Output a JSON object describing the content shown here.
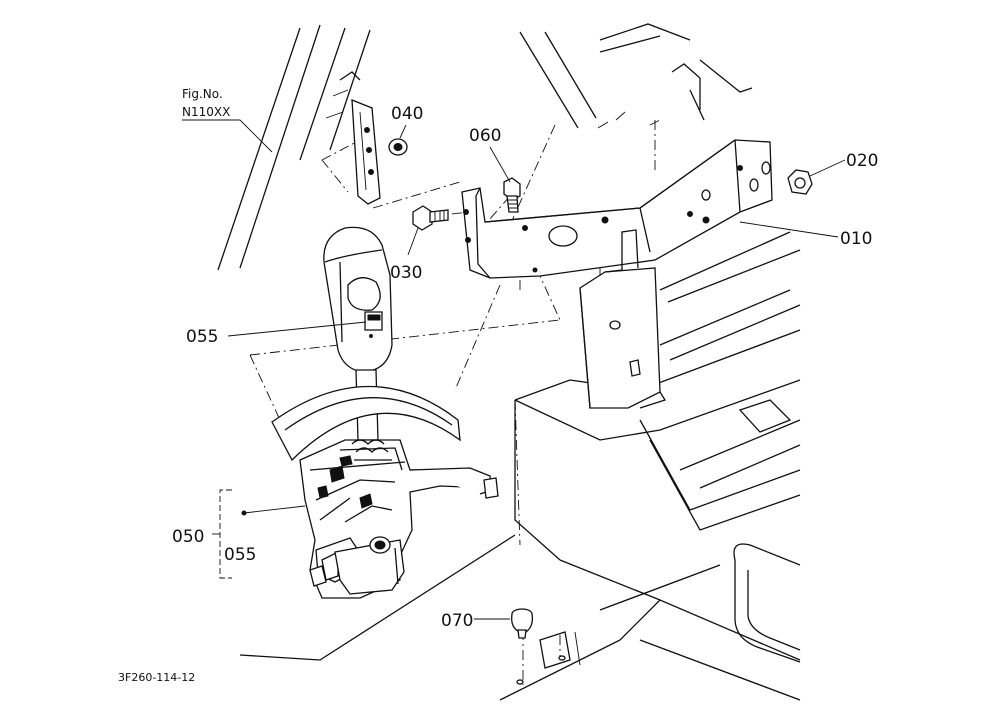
{
  "figure": {
    "fig_no_label": "Fig.No.",
    "fig_no_value": "N110XX",
    "drawing_code": "3F260-114-12"
  },
  "parts": {
    "p010": "010",
    "p020": "020",
    "p030": "030",
    "p040": "040",
    "p050": "050",
    "p055a": "055",
    "p055b": "055",
    "p060": "060",
    "p070": "070"
  }
}
